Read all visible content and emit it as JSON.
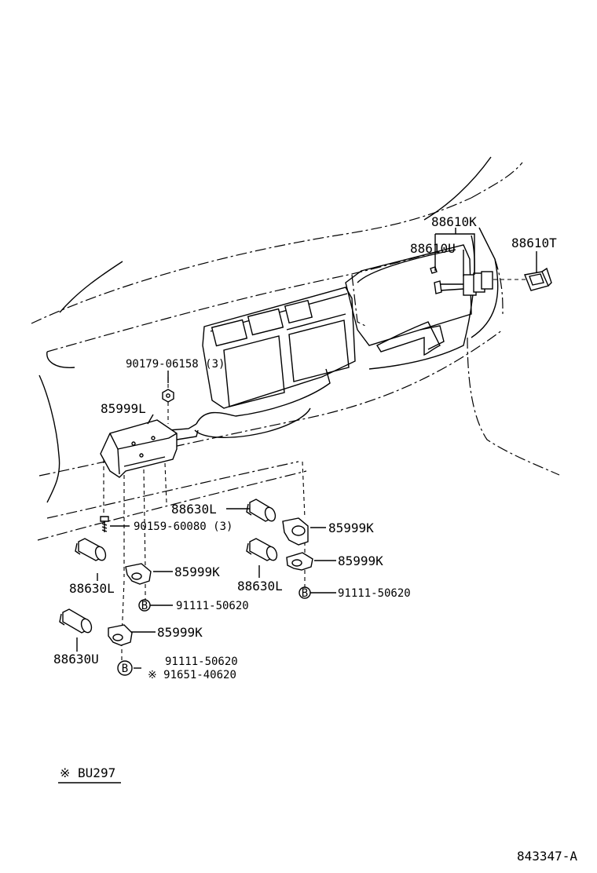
{
  "parts": {
    "p88610K": "88610K",
    "p88610U": "88610U",
    "p88610T": "88610T",
    "p90179": "90179-06158 (3)",
    "p85999L": "85999L",
    "p88630L_a": "88630L",
    "p85999K_a": "85999K",
    "p90159": "90159-60080 (3)",
    "p85999K_b": "85999K",
    "p88630L_b": "88630L",
    "p85999K_c": "85999K",
    "p88630L_c": "88630L",
    "p91111_a": "91111-50620",
    "p91111_b": "91111-50620",
    "p85999K_d": "85999K",
    "p88630U": "88630U",
    "p91111_c": "91111-50620",
    "p91651": "※ 91651-40620"
  },
  "bolt_marker": "B",
  "footnote": "※ BU297",
  "figure_id": "843347-A"
}
